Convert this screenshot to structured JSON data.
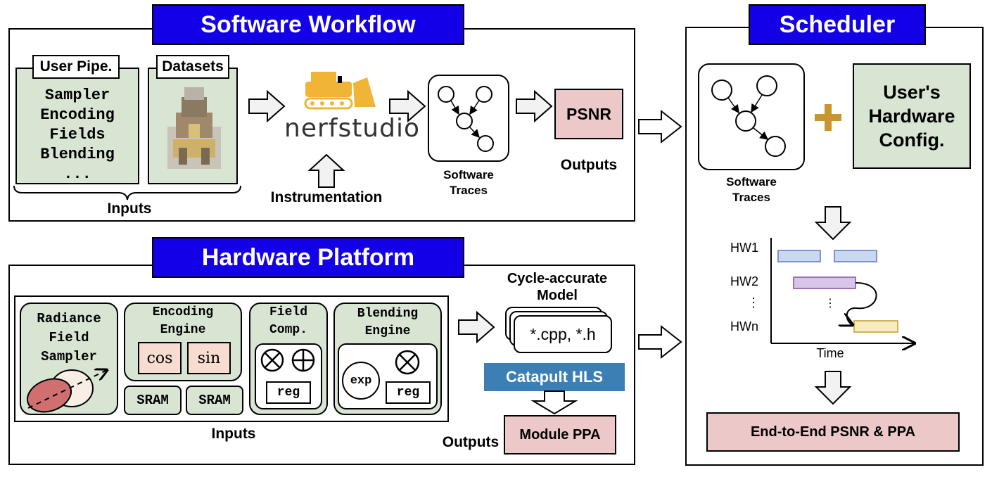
{
  "software_workflow": {
    "title": "Software Workflow",
    "user_pipe_label": "User Pipe.",
    "user_pipe_items": [
      "Sampler",
      "Encoding",
      "Fields",
      "Blending",
      "..."
    ],
    "datasets_label": "Datasets",
    "inputs_label": "Inputs",
    "nerfstudio_label": "nerfstudio",
    "instrumentation_label": "Instrumentation",
    "software_traces_label": "Software\nTraces",
    "psnr_label": "PSNR",
    "outputs_label": "Outputs"
  },
  "hardware_platform": {
    "title": "Hardware Platform",
    "sampler_label": "Radiance\nField\nSampler",
    "encoding_engine_label": "Encoding\nEngine",
    "cos_label": "cos",
    "sin_label": "sin",
    "sram_label": "SRAM",
    "field_comp_label": "Field\nComp.",
    "blending_engine_label": "Blending\nEngine",
    "reg_label": "reg",
    "exp_label": "exp",
    "inputs_label": "Inputs",
    "cycle_model_label": "Cycle-accurate\nModel",
    "files_label": "*.cpp, *.h",
    "catapult_label": "Catapult HLS",
    "outputs_label": "Outputs",
    "module_ppa_label": "Module PPA"
  },
  "scheduler": {
    "title": "Scheduler",
    "software_traces_label": "Software\nTraces",
    "hw_config_label": "User's\nHardware\nConfig.",
    "gantt_rows": [
      "HW1",
      "HW2",
      "⋮",
      "HWn"
    ],
    "time_label": "Time",
    "result_label": "End-to-End PSNR & PPA"
  },
  "colors": {
    "banner_blue": "#1400e6",
    "green_fill": "#d9e5d3",
    "pink_fill": "#edc8c8",
    "catapult_blue": "#3b7fb5",
    "plus_gold": "#c8962e",
    "gantt_blue": "#c9d8f0",
    "gantt_purple": "#d8c6e6",
    "gantt_yellow": "#f6ecbe"
  }
}
